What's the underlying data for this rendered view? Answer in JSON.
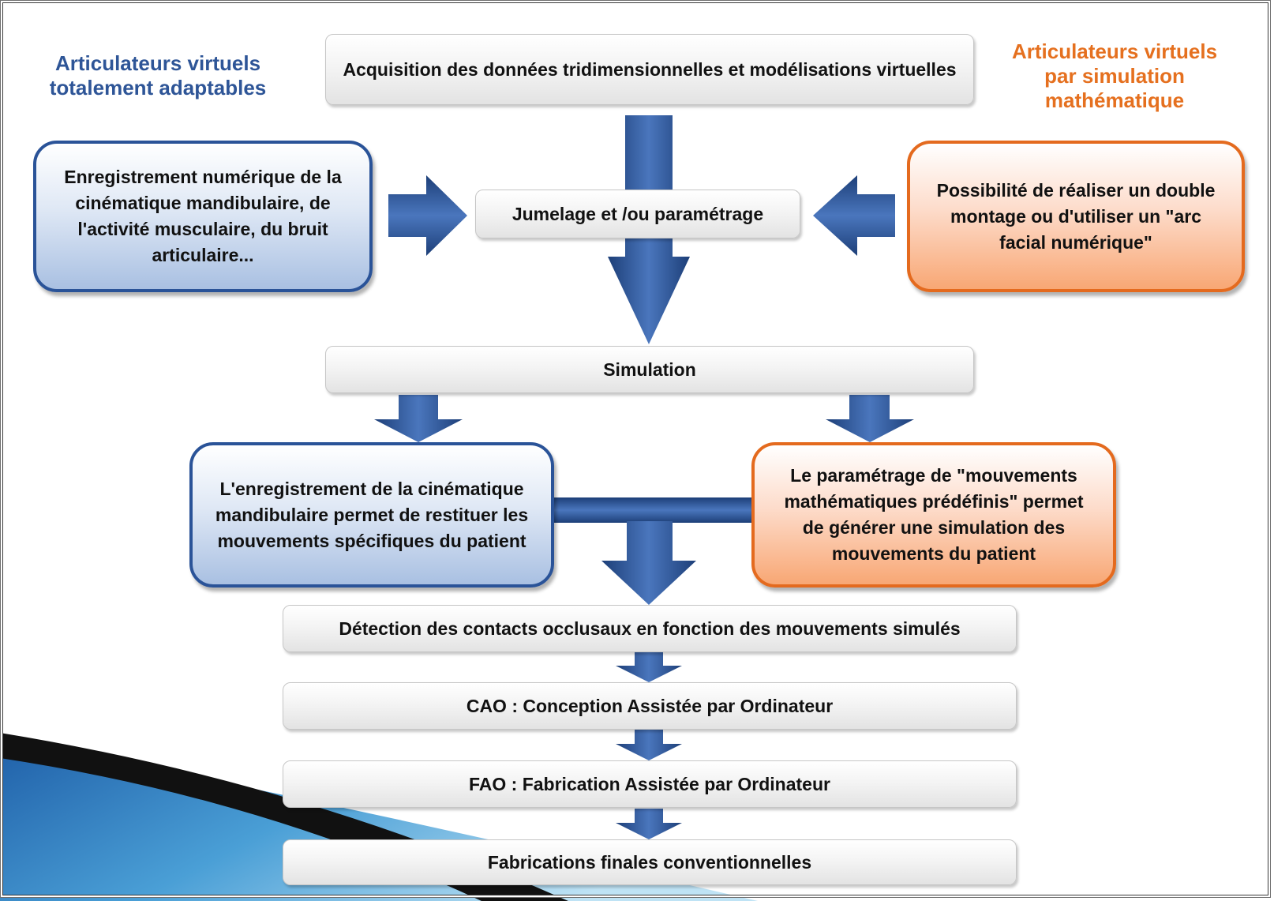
{
  "titles": {
    "left": "Articulateurs virtuels totalement adaptables",
    "right": "Articulateurs virtuels par simulation mathématique"
  },
  "boxes": {
    "acquisition": "Acquisition des données tridimensionnelles et modélisations virtuelles",
    "jumelage": "Jumelage et /ou paramétrage",
    "left_record": "Enregistrement numérique de la cinématique mandibulaire, de l'activité musculaire, du bruit articulaire...",
    "right_option": "Possibilité de réaliser un double montage ou d'utiliser un \"arc facial numérique\"",
    "simulation": "Simulation",
    "left_result": "L'enregistrement de la cinématique mandibulaire permet de restituer les mouvements spécifiques du patient",
    "right_result": "Le paramétrage de \"mouvements mathématiques prédéfinis\" permet de générer une simulation des mouvements du patient",
    "detection": "Détection des contacts occlusaux en fonction des mouvements simulés",
    "cao": "CAO : Conception Assistée par Ordinateur",
    "fao": "FAO : Fabrication Assistée par Ordinateur",
    "final": "Fabrications finales conventionnelles"
  },
  "colors": {
    "blue_accent": "#2a5398",
    "orange_accent": "#e46a1e",
    "arrow_blue": "#2f5597",
    "left_title": "#2e5597",
    "right_title": "#e5701f"
  }
}
